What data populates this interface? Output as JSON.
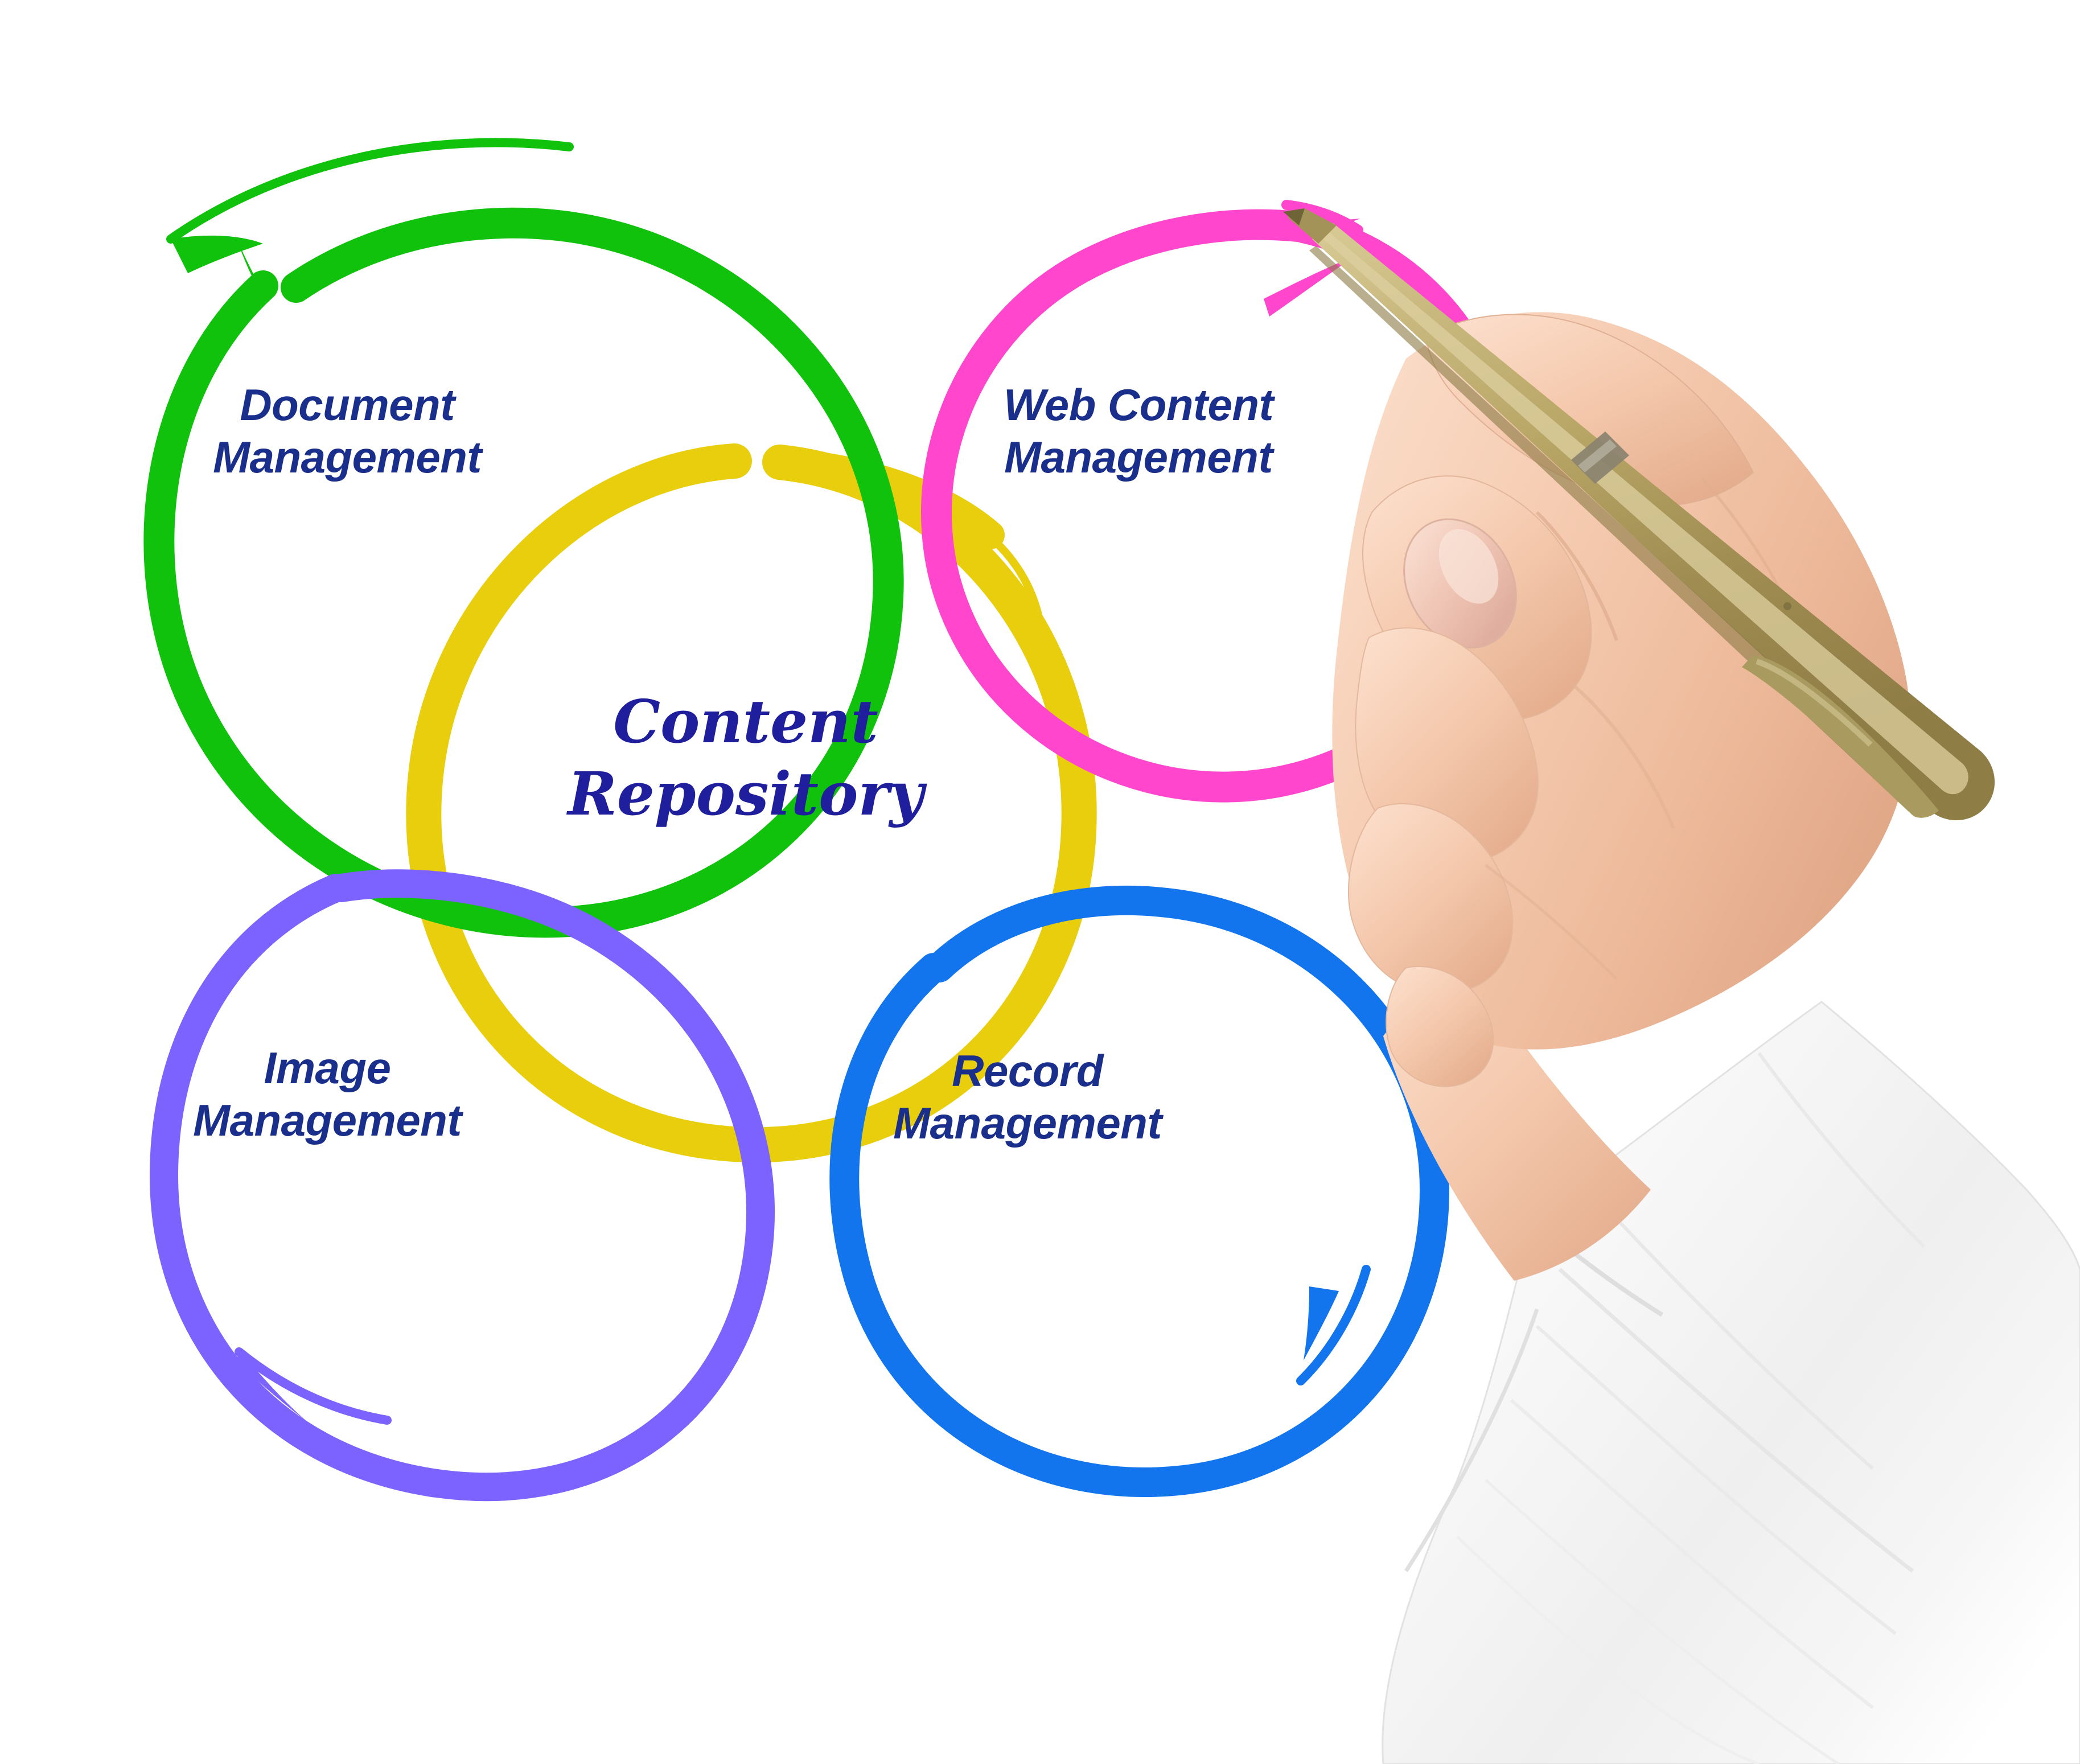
{
  "image": {
    "title": "Content Repository diagram",
    "background_color": "#ffffff",
    "description": "Hand-drawn four-circle diagram with a hand holding a gold pen"
  },
  "diagram": {
    "center_label": "Content\nRepository",
    "center_text_color": "#1f1f9e",
    "label_text_color": "#1a2e8c",
    "circles": [
      {
        "id": "document-management",
        "label": "Document\nManagement",
        "color": "#10c20c",
        "color_name": "green",
        "position": "top-left"
      },
      {
        "id": "web-content-management",
        "label": "Web Content\nManagement",
        "color": "#ff46cc",
        "color_name": "pink",
        "position": "top-right"
      },
      {
        "id": "image-management",
        "label": "Image\nManagement",
        "color": "#7c62ff",
        "color_name": "purple",
        "position": "bottom-left"
      },
      {
        "id": "record-management",
        "label": "Record\nManagement",
        "color": "#1275ee",
        "color_name": "blue",
        "position": "bottom-right"
      },
      {
        "id": "content-repository",
        "label": "Content Repository",
        "color": "#e8ce0c",
        "color_name": "yellow",
        "position": "center"
      }
    ]
  },
  "hand": {
    "description": "Human hand holding a gold ballpoint pen",
    "skin_color": "#f3c9ae",
    "pen_color": "#b5a15c",
    "sleeve_color": "#f4f4f4",
    "sleeve_label": "white shirt cuff"
  }
}
